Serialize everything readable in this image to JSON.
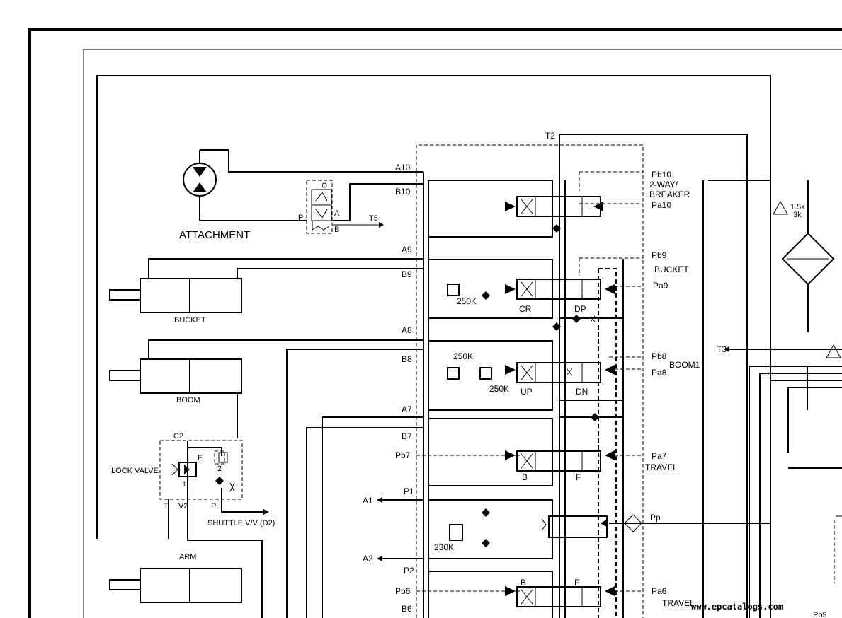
{
  "components": {
    "attachment": "ATTACHMENT",
    "bucket": "BUCKET",
    "boom": "BOOM",
    "lock_valve": "LOCK VALVE",
    "arm": "ARM",
    "shuttle": "SHUTTLE V/V (D2)"
  },
  "ports": {
    "t2": "T2",
    "t3": "T3",
    "t5": "T5",
    "a10": "A10",
    "b10": "B10",
    "a9": "A9",
    "b9": "B9",
    "a8": "A8",
    "b8": "B8",
    "a7": "A7",
    "b7": "B7",
    "pb7": "Pb7",
    "p1": "P1",
    "a1": "A1",
    "a2": "A2",
    "p2": "P2",
    "pb6": "Pb6",
    "b6": "B6",
    "pb10": "Pb10",
    "pa10": "Pa10",
    "pb9": "Pb9",
    "pa9": "Pa9",
    "pb8": "Pb8",
    "pa8": "Pa8",
    "pa7": "Pa7",
    "pp": "Pp",
    "pa6": "Pa6",
    "pb9_bottom": "Pb9",
    "c2": "C2",
    "v2": "V2",
    "pi": "Pi",
    "t": "T",
    "p_small": "P",
    "a_small": "A",
    "b_small": "B"
  },
  "sections": {
    "breaker": "2-WAY/ BREAKER",
    "breaker_l1": "2-WAY/",
    "breaker_l2": "BREAKER",
    "bucket": "BUCKET",
    "boom1": "BOOM1",
    "travel7": "TRAVEL",
    "travel6": "TRAVEL"
  },
  "spool_labels": {
    "cr": "CR",
    "dp": "DP",
    "up": "UP",
    "dn": "DN",
    "b7": "B",
    "f7": "F",
    "b6": "B",
    "f6": "F"
  },
  "relief_settings": {
    "bucket": "250K",
    "boom_a": "250K",
    "boom_b": "250K",
    "main": "230K"
  },
  "filter": {
    "setting_1": "1.5k",
    "setting_2": "3k"
  },
  "lock_valve_ports": {
    "e": "E",
    "one": "1",
    "two": "2"
  },
  "watermark": "www.epcatalogs.com"
}
